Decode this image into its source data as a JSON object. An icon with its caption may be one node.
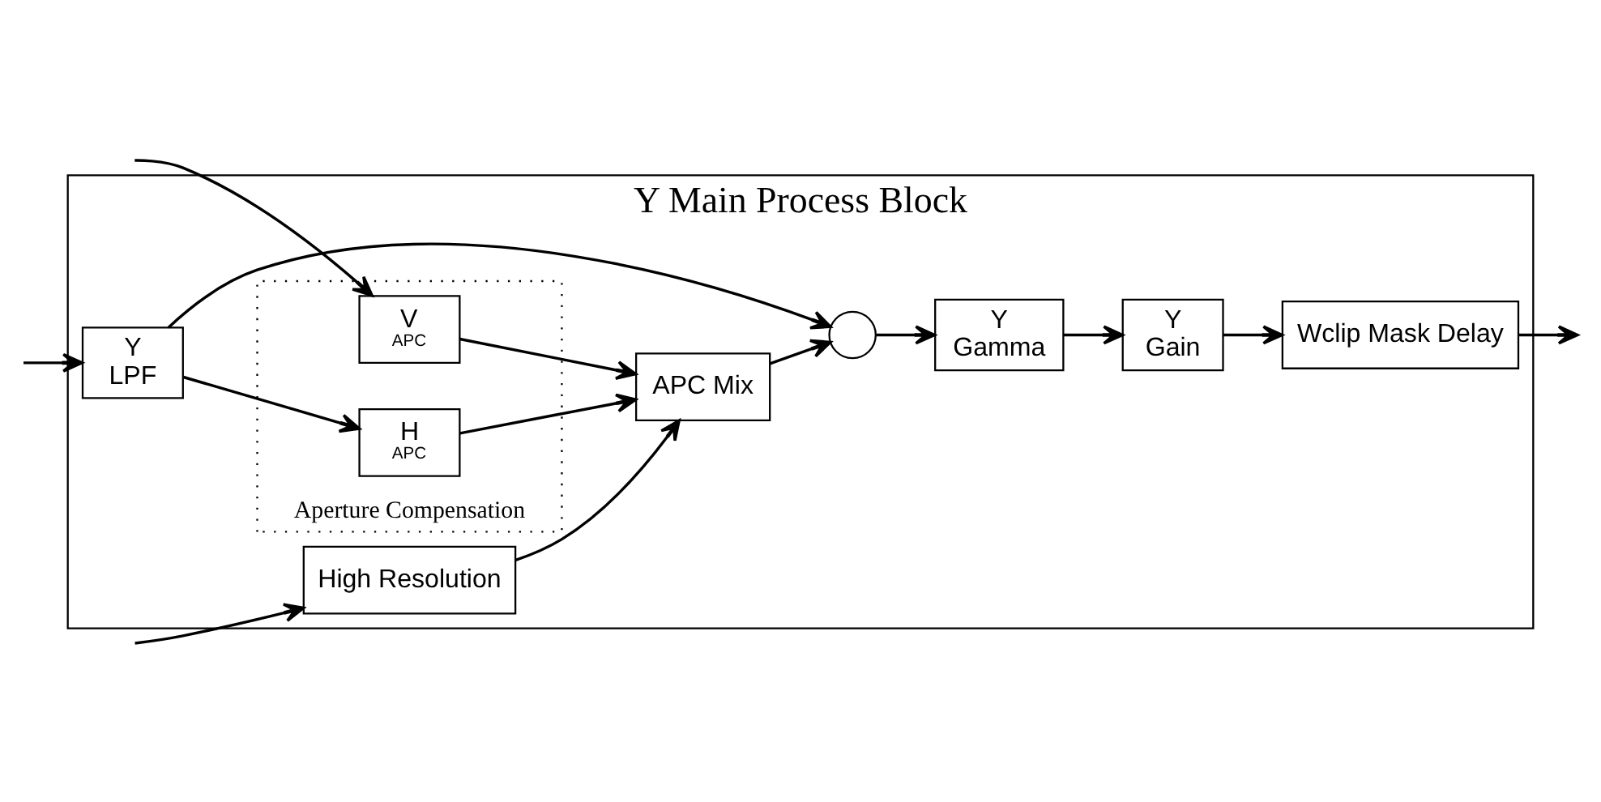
{
  "diagram": {
    "nodes": [
      {
        "text": [
          "Y Main Process Block"
        ]
      },
      {
        "text": [
          "Y",
          "LPF"
        ],
        "in": 0
      },
      {
        "text": [],
        "shape": "circle",
        "in": 0
      },
      {
        "text": [
          "Y",
          "Gamma"
        ],
        "in": 0
      },
      {
        "text": [
          "Y",
          "Gain"
        ],
        "in": 0
      },
      {
        "text": [
          "Wclip Mask Delay"
        ],
        "in": 0
      },
      {
        "text": [
          "Aperture Compensation"
        ],
        "in": 0
      },
      {
        "text": [
          "H",
          "APC"
        ],
        "in": 6
      },
      {
        "text": [
          "V",
          "APC"
        ],
        "in": 6
      },
      {
        "text": [
          "APC Mix"
        ],
        "in": 0
      },
      {
        "text": [
          "High Resolution"
        ],
        "in": 0
      }
    ],
    "edges": [
      {
        "from": null,
        "to": 1,
        "arrow": "to"
      },
      {
        "from": null,
        "to": 8,
        "arrow": "to"
      },
      {
        "from": null,
        "to": 10,
        "arrow": "to"
      },
      {
        "from": 1,
        "to": 2,
        "arrow": "to"
      },
      {
        "from": 1,
        "to": 7,
        "arrow": "to"
      },
      {
        "from": 7,
        "to": 9,
        "arrow": "to"
      },
      {
        "from": 8,
        "to": 9,
        "arrow": "to"
      },
      {
        "from": 10,
        "to": 9,
        "arrow": "to"
      },
      {
        "from": 9,
        "to": 2,
        "arrow": "to"
      },
      {
        "from": 2,
        "to": 3,
        "arrow": "to"
      },
      {
        "from": 3,
        "to": 4,
        "arrow": "to"
      },
      {
        "from": 4,
        "to": 5,
        "arrow": "to"
      },
      {
        "from": 5,
        "to": null,
        "arrow": "to"
      }
    ]
  }
}
